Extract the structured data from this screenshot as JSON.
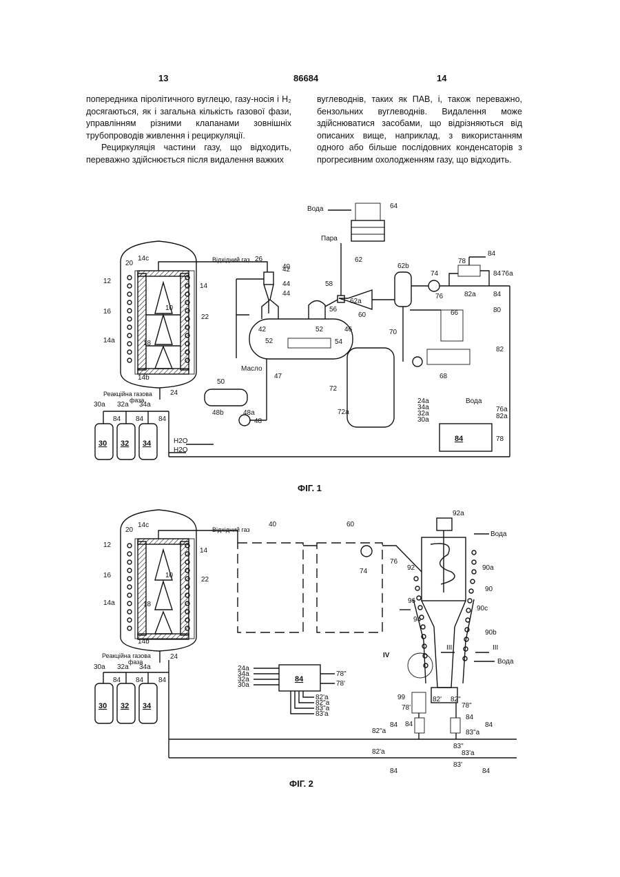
{
  "header": {
    "left_page": "13",
    "patent_no": "86684",
    "right_page": "14"
  },
  "text": {
    "left_p1": "попередника піролітичного вуглецю, газу-носія і H₂ досягаються, як і загальна кількість газової фази, управлінням різними клапанами зовнішніх трубопроводів живлення і рециркуляції.",
    "left_p2": "Рециркуляція частини газу, що відходить, переважно здійснюється після видалення важких",
    "right_p1": "вуглеводнів, таких як ПАВ, і, також переважно, бензольних вуглеводнів. Видалення може здійснюватися засобами, що відрізняються від описаних вище, наприклад, з використанням одного або більше послідовних конденсаторів з прогресивним охолодженням газу, що відходить."
  },
  "fig1": {
    "caption": "ФІГ. 1",
    "labels": {
      "water": "Вода",
      "steam": "Пара",
      "exhaust": "Відхідний газ",
      "oil": "Масло",
      "reaction_gas_1": "Реакційна газова",
      "reaction_gas_2": "фаза",
      "h2o_1": "H2O",
      "h2o_2": "H2O",
      "n64": "64",
      "n62": "62",
      "n62a": "62a",
      "n62b": "62b",
      "n60": "60",
      "n58": "58",
      "n56": "56",
      "n40": "40",
      "n42": "42",
      "n42b": "42",
      "n44": "44",
      "n44b": "44",
      "n26": "26",
      "n14c": "14c",
      "n20": "20",
      "n12": "12",
      "n14": "14",
      "n16": "16",
      "n10": "10",
      "n18": "18",
      "n22": "22",
      "n14a": "14a",
      "n14b": "14b",
      "n24": "24",
      "n52": "52",
      "n52b": "52",
      "n54": "54",
      "n46": "46",
      "n47": "47",
      "n50": "50",
      "n48": "48",
      "n48a": "48a",
      "n48b": "48b",
      "n70": "70",
      "n72": "72",
      "n72a": "72a",
      "n74": "74",
      "n76": "76",
      "n78": "78",
      "n84a": "84",
      "n84b": "84",
      "n84c": "84",
      "n76a": "76a",
      "n82a": "82a",
      "n80": "80",
      "n82": "82",
      "n66": "66",
      "n68": "68",
      "n24a": "24a",
      "n34a": "34a",
      "n32a": "32a",
      "n30a": "30a",
      "n76a2": "76a",
      "n82a2": "82a",
      "n84box": "84",
      "n78b": "78",
      "water2": "Вода",
      "n30a_v": "30a",
      "n32a_v": "32a",
      "n34a_v": "34a",
      "v84_1": "84",
      "v84_2": "84",
      "v84_3": "84",
      "c30": "30",
      "c32": "32",
      "c34": "34"
    }
  },
  "fig2": {
    "caption": "ФІГ. 2",
    "labels": {
      "exhaust": "Відхідний газ",
      "n40": "40",
      "n60": "60",
      "n74": "74",
      "n76": "76",
      "n92a": "92a",
      "water_in": "Вода",
      "n92": "92",
      "n90a": "90a",
      "n90": "90",
      "n96": "96",
      "n90c": "90c",
      "n94": "94",
      "n90b": "90b",
      "IV": "IV",
      "III_l": "III",
      "III_r": "III",
      "water_out": "Вода",
      "n99": "99",
      "n82pp": "82'",
      "n82ppp": "82\"",
      "n78p": "78'",
      "n78pp": "78\"",
      "n84_1": "84",
      "n84_2": "84",
      "n82ppa": "82\"a",
      "n84_3": "84",
      "n83ppa": "83\"a",
      "n84_4": "84",
      "n83pp": "83\"",
      "n82pa": "82'a",
      "n83pa": "83'a",
      "n84_5": "84",
      "n84_6": "84",
      "n83p": "83'",
      "n14c": "14c",
      "n20": "20",
      "n12": "12",
      "n14": "14",
      "n16": "16",
      "n10": "10",
      "n18": "18",
      "n22": "22",
      "n14a": "14a",
      "n14b": "14b",
      "n24": "24",
      "reaction_gas_1": "Реакційна газова",
      "reaction_gas_2": "фаза",
      "n30a": "30a",
      "n32a": "32a",
      "n34a": "34a",
      "v84_1": "84",
      "v84_2": "84",
      "v84_3": "84",
      "c30": "30",
      "c32": "32",
      "c34": "34",
      "box84": "84",
      "o24a": "24a",
      "o34a": "34a",
      "o32a": "32a",
      "o30a": "30a",
      "i78pp": "78\"",
      "i78p": "78'",
      "o82pa": "82'a",
      "o82ppa": "82\"a",
      "o83ppa": "83\"a",
      "o83pa": "83'a"
    }
  }
}
